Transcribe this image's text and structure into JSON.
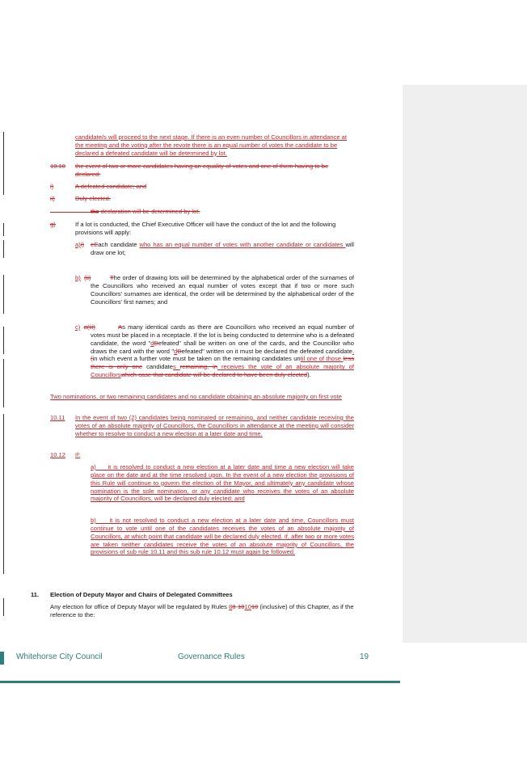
{
  "p1": {
    "a": "candidate/s will proceed to the next stage. If there is an even number of Councillors in attendance at the meeting and the voting after the revote there is an equal number of votes the candidate to be declared a defeated candidate will be determined by lot."
  },
  "p2": {
    "num": "10.10",
    "text": "the event of two or more candidates having an equality of votes and one of them having to be declared:"
  },
  "p3": {
    "num": "i)",
    "text": "A defeated candidate; and"
  },
  "p4": {
    "num": "ii)",
    "text": "Duly elected."
  },
  "p5": {
    "text": "the declaration will be determined by lot."
  },
  "p6": {
    "num": "g)",
    "text": "If a lot is conducted, the Chief Executive Officer will have the conduct of the lot and the following provisions will apply:"
  },
  "pa": {
    "n_ins": "a)",
    "n_del": "i)",
    "e_ins": "e",
    "e_del": "E",
    "t1": "ach candidate ",
    "ins1": "who has an equal number of votes with another candidate or candidates ",
    "t2": "will draw one lot;"
  },
  "pb": {
    "n_ins": "b)",
    "n_del": "(ii)",
    "t_del": "T",
    "t": "he order of drawing lots will be determined by the alphabetical order of the surnames of the Councillors who received an equal number of votes except that if two or more such Councillors' surnames are identical, the order will be determined by the alphabetical order of the Councillors' first names; and"
  },
  "pc": {
    "n_ins": "c)",
    "n_del": "a(iii)",
    "a_del": "A",
    "t1": "s many identical cards as there are Councillors who received an equal number of votes must be placed in a receptacle. If the lot is being conducted to determine who is a defeated candidate, the word \"",
    "d1_ins": "d",
    "d1_del": "D",
    "t2": "efeated\" shall be written on one of the cards, and the Councillor who draws the card with the word \"",
    "d2_ins": "d",
    "d2_del": "D",
    "t3": "efeated\" written on it must be declared the defeated candidate",
    "ins_a": ". ",
    "del_a": "(",
    "t4": "in which event a further vote must be taken on the remaining candidates un",
    "ins_b": "til one of those ",
    "del_b": "less there is only one",
    "t5": " candidate",
    "ins_c": "s ",
    "del_c": "remaining, in",
    "ins_d": " receives the vote of an absolute majority of Councillors",
    "del_d": "which case that candidate will be declared to have been duly elected",
    "t6": ")."
  },
  "p7": {
    "text": "Two nominations, or two remaining candidates and no candidate obtaining an absolute majority on first vote"
  },
  "p8": {
    "num": "10.11",
    "text": "In the event of two (2) candidates being nominated or remaining, and neither candidate receiving the votes of an absolute majority of Councillors, the Councillors in attendance at the meeting will consider whether to resolve to conduct a new election at a later date and time."
  },
  "p9": {
    "num": "10.12",
    "text": "If:"
  },
  "p10": {
    "num": "a)",
    "text": "it is resolved to conduct a new election at a later date and time a new election will take place on the date and at the time resolved upon. In the event of a new election the provisions of this Rule will continue to govern the election of the Mayor, and ultimately any candidate whose nomination is the sole nomination, or any candidate who receives the votes of an absolute majority of Councillors, will be declared duly elected; and"
  },
  "p11": {
    "num": "b)",
    "text": "it is not resolved to conduct a new election at a later date and time, Councillors must continue to vote until one of the candidates receives the votes of an absolute majority of Councillors, at which point that candidate will be declared duly elected. if, after two or more votes are taken neither candidates receive the votes of an absolute majority of Councillors, the provisions of sub rule 10.11 and this sub rule 10.12 must again be followed."
  },
  "h11": {
    "num": "11.",
    "title": "Election of Deputy Mayor and Chairs of Delegated Committees"
  },
  "p12": {
    "t1": "Any election for office of Deputy Mayor will be regulated by Rules ",
    "ins1": "8",
    "del1": "8",
    "t2": "-",
    "del2": "10",
    "ins2": "10",
    "del3": "10",
    "t3": " (inclusive) of this Chapter, as if the reference to the:"
  },
  "footer": {
    "org": "Whitehorse City Council",
    "title": "Governance Rules",
    "page": "19"
  }
}
